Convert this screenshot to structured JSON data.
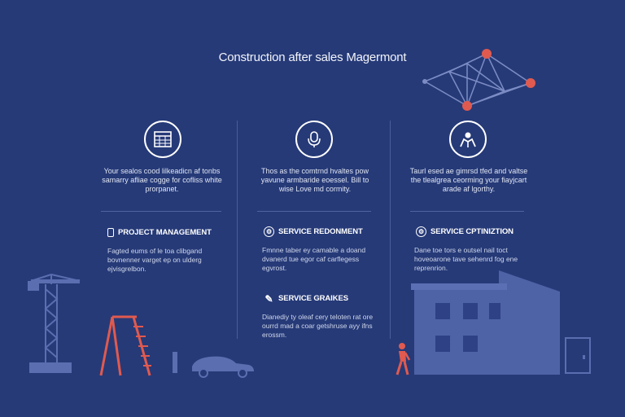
{
  "title": "Construction after sales Magermont",
  "columns": [
    {
      "intro": "Your sealos cood lilkeadicn af tonbs samarry afliae cogge for cofliss white prorpanet.",
      "sections": [
        {
          "heading": "PROJECT MANAGEMENT",
          "description": "Fagted eums of le toa clibgand bovnenner varget ep on ulderg ejvisgrelbon."
        }
      ]
    },
    {
      "intro": "Thos as the comtrnd hvaltes pow yavune armbaride eoessel. Bill to wise Love md cormity.",
      "sections": [
        {
          "heading": "SERVICE REDONMENT",
          "description": "Fmnne taber ey camable a doand dvanerd tue egor caf carflegess egvrost."
        },
        {
          "heading": "SERVICE GRAIKES",
          "description": "Dianediy ty oleaf cery teloten rat ore ourrd mad a coar getshruse ayy ifns erossm."
        }
      ]
    },
    {
      "intro": "Taurl esed ae gimrsd tfed and valtse the tlealgrea ceorming your fiayjcart arade af lgorthy.",
      "sections": [
        {
          "heading": "SERVICE CPTINIZTION",
          "description": "Dane toe tors e outsel nail toct hoveoarone tave sehenrd fog ene reprenrion."
        }
      ]
    }
  ],
  "colors": {
    "background": "#263a78",
    "accent": "#e05a4f",
    "building": "#4e62a6"
  },
  "icons": [
    "calculator-icon",
    "microphone-icon",
    "user-service-icon",
    "clipboard-icon",
    "gear-icon",
    "wrench-icon"
  ]
}
